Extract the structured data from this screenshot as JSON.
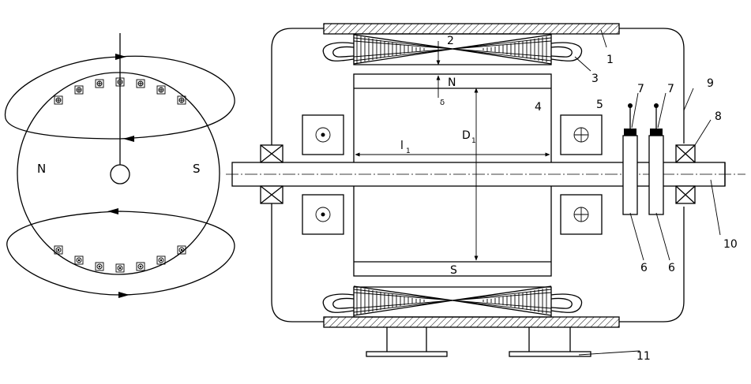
{
  "labels": {
    "callout_1": "1",
    "callout_2": "2",
    "callout_3": "3",
    "callout_4": "4",
    "callout_5": "5",
    "callout_6a": "6",
    "callout_6b": "6",
    "callout_7a": "7",
    "callout_7b": "7",
    "callout_8": "8",
    "callout_9": "9",
    "callout_10": "10",
    "callout_11": "11",
    "pole_n_side": "N",
    "pole_s_side": "S",
    "pole_n_main": "N",
    "pole_s_main": "S",
    "dim_gap": "δ",
    "dim_diameter": "D",
    "dim_diameter_sub": "1",
    "dim_length": "l",
    "dim_length_sub": "1"
  },
  "icons": {
    "conductor_out": "dot-in-square-icon",
    "conductor_in": "cross-in-square-icon",
    "bearing": "bearing-cross-icon"
  }
}
